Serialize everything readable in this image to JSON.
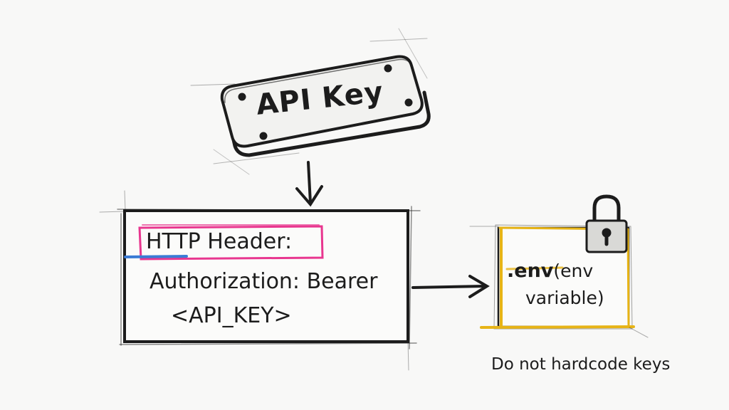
{
  "api_key_tag": {
    "label": "API Key"
  },
  "header_box": {
    "title": "HTTP Header:",
    "line1": "Authorization: Bearer",
    "line2": "<API_KEY>",
    "highlight_color": "#e8368f",
    "underline_color": "#3a7bd5"
  },
  "env_box": {
    "name": ".env",
    "suffix": "(env",
    "line2": "variable)",
    "border_color": "#e7b416",
    "lock_icon": "padlock-icon"
  },
  "note": {
    "text": "Do not hardcode keys"
  }
}
